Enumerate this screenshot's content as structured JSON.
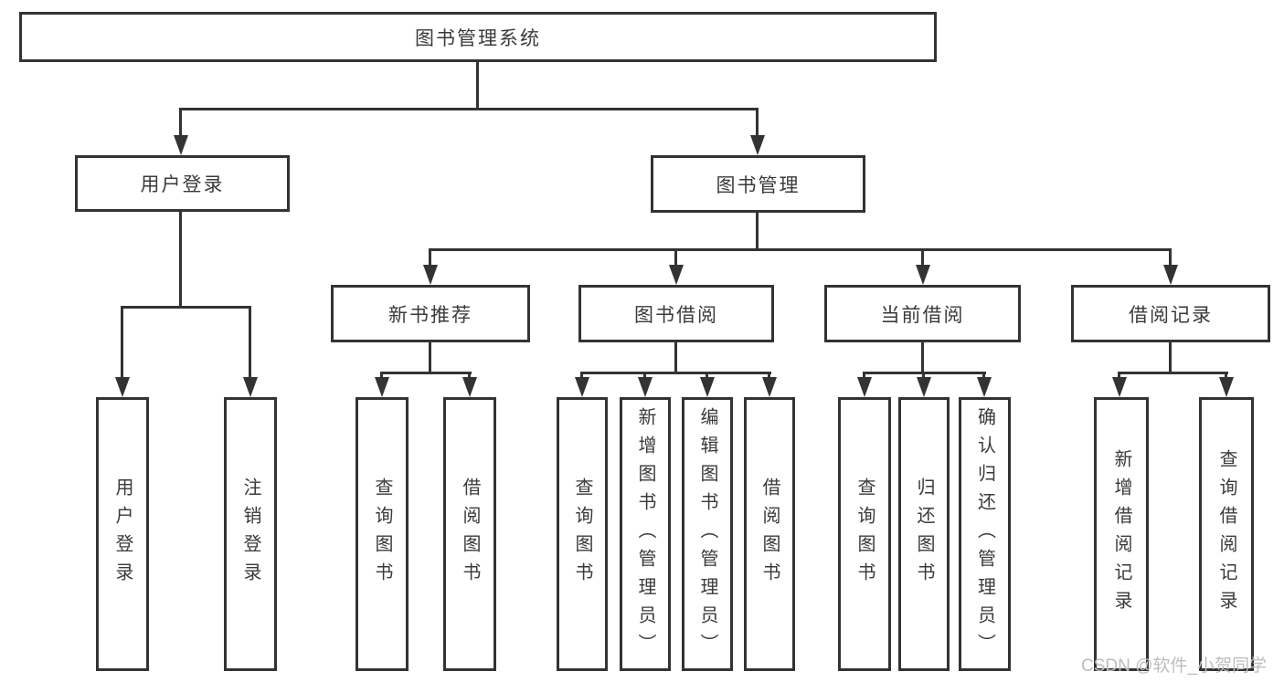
{
  "tree": {
    "root": "图书管理系统",
    "level2": [
      {
        "label": "用户登录"
      },
      {
        "label": "图书管理"
      }
    ],
    "level3": [
      {
        "label": "新书推荐"
      },
      {
        "label": "图书借阅"
      },
      {
        "label": "当前借阅"
      },
      {
        "label": "借阅记录"
      }
    ],
    "leaves": {
      "user_login": [
        "用户登录",
        "注销登录"
      ],
      "new_books": [
        "查询图书",
        "借阅图书"
      ],
      "book_borrow": [
        "查询图书",
        "新增图书（管理员）",
        "编辑图书（管理员）",
        "借阅图书"
      ],
      "current_borrow": [
        "查询图书",
        "归还图书",
        "确认归还（管理员）"
      ],
      "borrow_records": [
        "新增借阅记录",
        "查询借阅记录"
      ]
    }
  },
  "watermark": "CSDN @软件_小贺同学",
  "colors": {
    "line": "#333333",
    "text": "#3a3a3a",
    "watermark": "#bdbdbd",
    "background": "#ffffff"
  }
}
